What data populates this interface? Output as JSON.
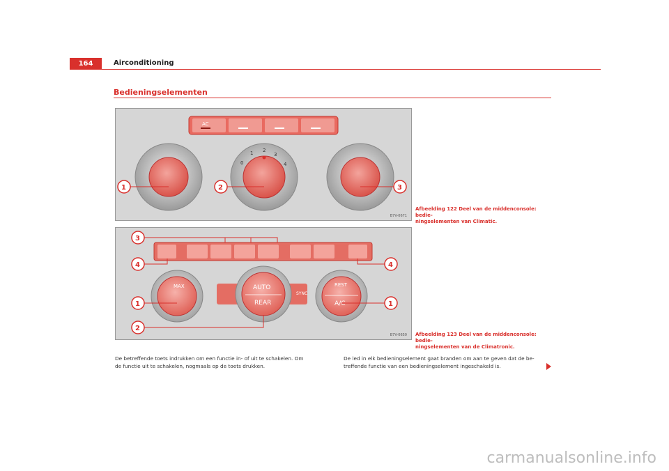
{
  "header": {
    "page_number": "164",
    "title": "Airconditioning"
  },
  "section": {
    "title": "Bedieningselementen"
  },
  "figure1": {
    "code": "B7V-0671",
    "caption_line1": "Afbeelding 122  Deel van de middenconsole: bedie-",
    "caption_line2": "ningselementen van Climatic.",
    "buttons": [
      "AC"
    ],
    "fan_numbers": [
      "0",
      "1",
      "2",
      "3",
      "4"
    ],
    "callouts": [
      "1",
      "2",
      "3"
    ]
  },
  "figure2": {
    "code": "B7V-0650",
    "caption_line1": "Afbeelding 123  Deel van de middenconsole: bedie-",
    "caption_line2": "ningselementen van de Climatronic.",
    "left_knob_label": "MAX",
    "center_knob_top": "AUTO",
    "center_knob_bottom": "REAR",
    "sync_label": "SYNC",
    "right_knob_top": "REST",
    "right_knob_bottom": "A/C",
    "callouts": [
      "3",
      "4",
      "1",
      "2",
      "4",
      "1"
    ]
  },
  "body": {
    "col1_line1": "De betreffende toets indrukken om een functie in- of uit te schakelen. Om",
    "col1_line2": "de functie uit te schakelen, nogmaals op de toets drukken.",
    "col2_line1": "De led in elk bedieningselement gaat branden om aan te geven dat de be-",
    "col2_line2": "treffende functie van een bedieningselement ingeschakeld is."
  },
  "watermark": "carmanualsonline.info",
  "colors": {
    "accent": "#d9302c"
  }
}
